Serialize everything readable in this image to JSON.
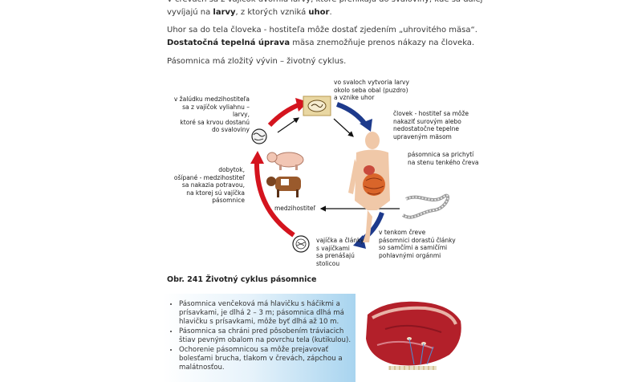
{
  "paragraphs": {
    "p1": {
      "pre": "V črevách sa z vajíčok uvoľnia larvy, ktoré prenikajú do svaloviny, kde sa ďalej vyvíjajú na ",
      "b1": "larvy",
      "mid": ", z ktorých vzniká ",
      "b2": "uhor",
      "post": "."
    },
    "p2": {
      "pre": "Uhor sa do tela človeka - hostiteľa môže dostať zjedením „uhrovitého mäsa“. ",
      "b1": "Dostatočná tepelná úprava",
      "post": " mäsa znemožňuje prenos nákazy na človeka."
    },
    "p3": "Pásomnica má zložitý vývin – životný cyklus."
  },
  "diagram": {
    "labels": {
      "stomach": "v žalúdku medzihostiteľa\nsa z vajíčok vyliahnu – larvy,\nktoré sa krvou dostanú\ndo svaloviny",
      "muscle": "vo svaloch vytvoria larvy\nokolo seba obal (puzdro)\na vznike uhor",
      "human": "človek - hostiteľ sa môže\nnakaziť surovým alebo\nnedostatočne tepelne\nupraveným mäsom",
      "attach": "pásomnica sa prichytí\nna stenu tenkého čreva",
      "livestock": "dobytok,\nošípané - medzihostiteľ\nsa nakazia potravou,\nna ktorej sú vajíčka\npásomnice",
      "intermediate": "medzihostiteľ",
      "intestine": "v tenkom čreve\npásomnici dorastú články\nso samčími a samičími\npohlavnými orgánmi",
      "eggs": "vajíčka a články\ns vajíčkami\nsa prenášajú\nstolicou"
    },
    "colors": {
      "red": "#d4141e",
      "navy": "#1d3a8c"
    }
  },
  "caption": "Obr. 241 Životný cyklus pásomnice",
  "facts": [
    "Pásomnica venčeková má hlavičku s háčikmi a prísavkami, je dlhá 2 – 3 m; pásomnica dlhá má hlavičku s prísavkami, môže byť dlhá až 10 m.",
    "Pásomnica sa chráni pred pôsobením tráviacich štiav pevným obalom na povrchu tela (kutikulou).",
    "Ochorenie pásomnicou sa môže prejavovať bolesťami brucha, tlakom v črevách, zápchou a malátnosťou."
  ]
}
